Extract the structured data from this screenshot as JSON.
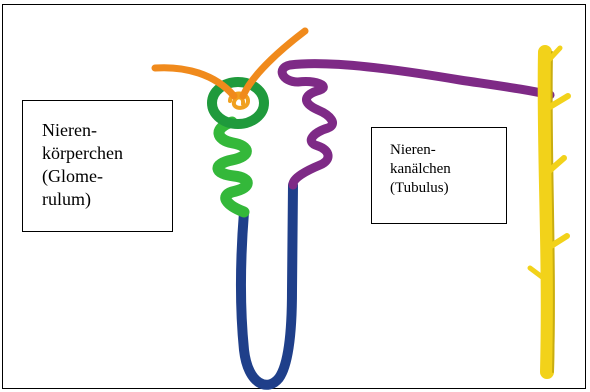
{
  "labels": {
    "corpuscle": [
      "Nieren-",
      "körperchen",
      "(Glome-",
      "rulum)"
    ],
    "tubule": [
      "Nieren-",
      "kanälchen",
      "(Tubulus)"
    ]
  },
  "colors": {
    "afferent_vessel": "#f08a1c",
    "glomerulus_inner": "#f0a01e",
    "glomerulus_outer": "#1f9a3c",
    "proximal_tubule": "#34b83a",
    "loop_of_henle": "#1f3f8a",
    "distal_tubule": "#7e2a86",
    "collecting_duct": "#f2d21a",
    "collecting_duct_edge": "#c9ad10"
  }
}
